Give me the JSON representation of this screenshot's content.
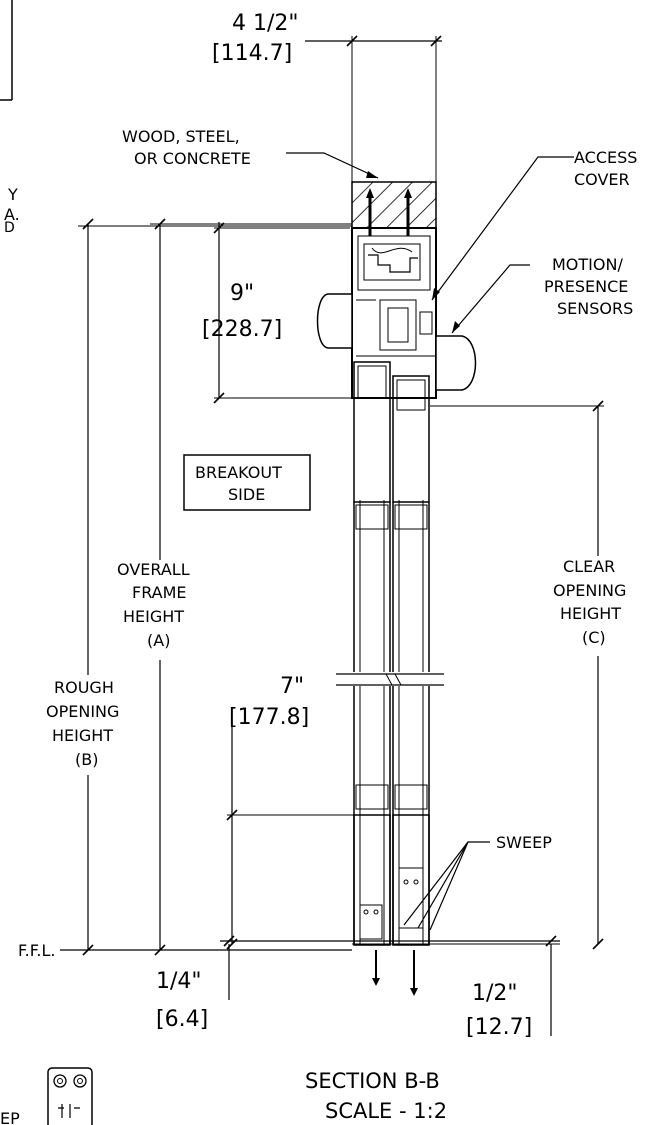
{
  "labels": {
    "top_width": "4 1/2\"",
    "top_width_mm": "[114.7]",
    "substrate_1": "WOOD, STEEL,",
    "substrate_2": "OR CONCRETE",
    "access_1": "ACCESS",
    "access_2": "COVER",
    "motion_1": "MOTION/",
    "motion_2": "PRESENCE",
    "motion_3": "SENSORS",
    "header_h": "9\"",
    "header_h_mm": "[228.7]",
    "breakout_1": "BREAKOUT",
    "breakout_2": "SIDE",
    "overall_1": "OVERALL",
    "overall_2": "FRAME",
    "overall_3": "HEIGHT",
    "overall_4": "(A)",
    "rough_1": "ROUGH",
    "rough_2": "OPENING",
    "rough_3": "HEIGHT",
    "rough_4": "(B)",
    "clear_1": "CLEAR",
    "clear_2": "OPENING",
    "clear_3": "HEIGHT",
    "clear_4": "(C)",
    "rail_h": "7\"",
    "rail_h_mm": "[177.8]",
    "sweep": "SWEEP",
    "ffl": "F.F.L.",
    "gap_quarter": "1/4\"",
    "gap_quarter_mm": "[6.4]",
    "gap_half": "1/2\"",
    "gap_half_mm": "[12.7]",
    "section_title": "SECTION B-B",
    "section_scale": "SCALE - 1:2",
    "left_frag_1": "Y",
    "left_frag_2": "A.",
    "left_frag_3": "D",
    "bottom_left_frag": "EP"
  }
}
